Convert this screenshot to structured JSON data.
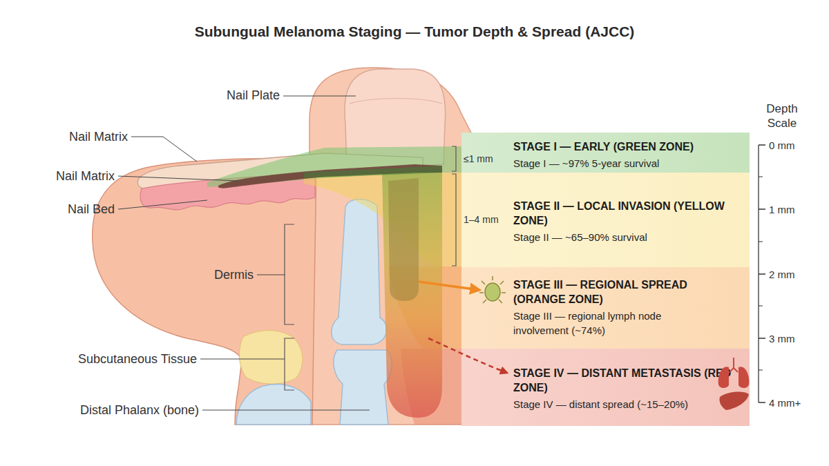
{
  "diagram": {
    "title": "Subungual Melanoma Staging — Tumor Depth & Spread (AJCC)",
    "nodes": [
      {
        "text": [
          "STAGE I — EARLY (GREEN ZONE)",
          "Stage I — ~97% 5-year survival"
        ]
      },
      {
        "text": [
          "STAGE II — LOCAL INVASION (YELLOW ZONE)",
          "Stage II — ~65–90% survival"
        ]
      },
      {
        "text": [
          "STAGE III — REGIONAL SPREAD (ORANGE ZONE)",
          "Stage III — regional lymph node involvement (~74%)"
        ]
      },
      {
        "text": [
          "STAGE IV — DISTANT METASTASIS (RED ZONE)",
          "Stage IV — distant spread (~15–20%)"
        ]
      }
    ],
    "labels": [
      "Nail Plate",
      "Nail Matrix",
      "Nail Matrix",
      "Nail Bed",
      "Dermis",
      "Subcutaneous Tissue",
      "Distal Phalanx (bone)",
      "≤1 mm",
      "1–4 mm",
      "Depth Scale",
      "0 mm",
      "1 mm",
      "2 mm",
      "3 mm",
      "4 mm+"
    ]
  }
}
